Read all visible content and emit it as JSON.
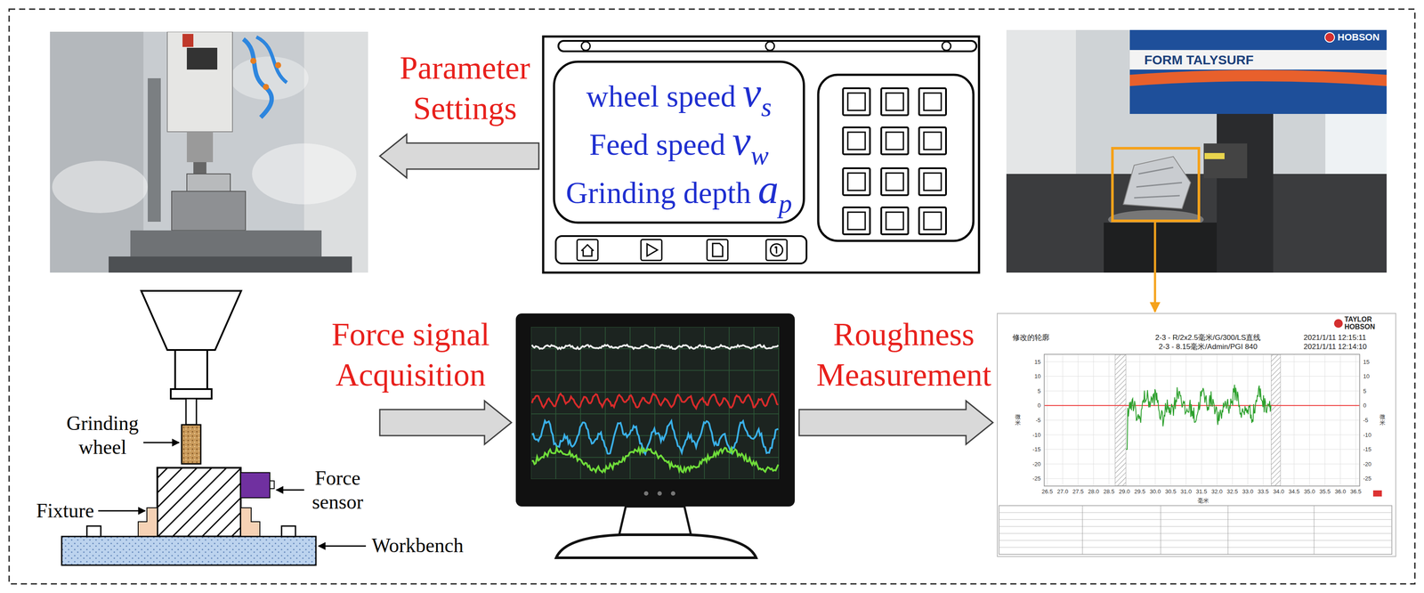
{
  "diagram": {
    "nodes": [
      {
        "text": [
          "Grinding wheel",
          "Fixture",
          "Force sensor",
          "Workbench"
        ]
      },
      {
        "text": [
          "wheel speed",
          "v",
          "s",
          "Feed speed",
          "v",
          "w",
          "Grinding depth",
          "a",
          "p"
        ]
      },
      {
        "text": [
          "HOBSON",
          "FORM TALYSURF"
        ]
      },
      {
        "text": []
      },
      {
        "text": [
          "TAYLOR HOBSON",
          "修改的轮廓",
          "2-3 - R/2x2.5毫米/G/300/LS直线",
          "2-3 - 8.15毫米/Admin/PGI 840",
          "2021/1/11 12:15:11",
          "2021/1/11 12:14:10"
        ]
      }
    ],
    "edges": [
      {
        "from": 1,
        "to": 0,
        "arrow": "to",
        "label": "Parameter Settings"
      },
      {
        "from": 0,
        "to": 3,
        "arrow": "to",
        "label": "Force signal Acquisition"
      },
      {
        "from": 3,
        "to": 4,
        "arrow": "to",
        "label": "Roughness Measurement"
      },
      {
        "from": 2,
        "to": 4,
        "arrow": "to"
      }
    ],
    "labels": [
      "15",
      "10",
      "5",
      "0",
      "-5",
      "-10",
      "-15",
      "-20",
      "-25",
      "15",
      "10",
      "5",
      "0",
      "-5",
      "-10",
      "-15",
      "-20",
      "-25",
      "26.5",
      "27.0",
      "27.5",
      "28.0",
      "28.5",
      "29.0",
      "29.5",
      "30.0",
      "30.5",
      "31.0",
      "31.5",
      "32.0",
      "32.5",
      "33.0",
      "33.5",
      "34.0",
      "34.5",
      "35.0",
      "35.5",
      "36.0",
      "36.5",
      "毫米",
      "微米",
      "微米"
    ]
  }
}
